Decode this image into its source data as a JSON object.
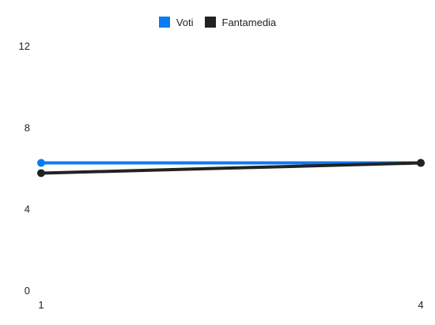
{
  "chart_data": {
    "type": "line",
    "x": [
      1,
      4
    ],
    "series": [
      {
        "name": "Voti",
        "color": "#0a7cf2",
        "values": [
          6.25,
          6.25
        ]
      },
      {
        "name": "Fantamedia",
        "color": "#222222",
        "values": [
          5.75,
          6.25
        ]
      }
    ],
    "x_ticks": [
      "1",
      "4"
    ],
    "y_ticks": [
      "0",
      "4",
      "8",
      "12"
    ],
    "ylim": [
      0,
      12
    ],
    "xlim": [
      1,
      4
    ],
    "grid": false,
    "legend": "top-center"
  }
}
